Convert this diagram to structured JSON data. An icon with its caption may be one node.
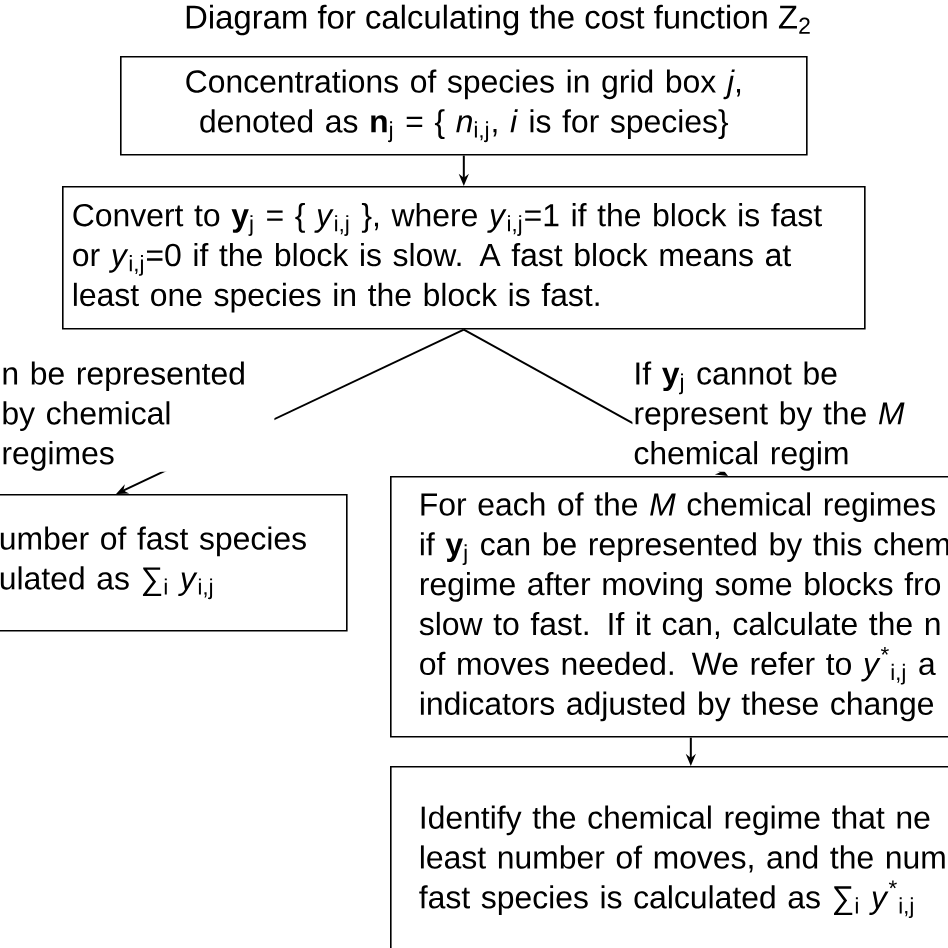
{
  "diagram": {
    "title": "Diagram for calculating the cost function Z$_{2}$",
    "nodes": [
      {
        "text": [
          "Concentrations of species in grid box *j*, denoted as **n**$_{j}$ = { *n*$_{i,j}$, *i* is for species}"
        ]
      },
      {
        "text": [
          "Convert to **y**$_{j}$ = { *y*$_{i,j}$ }, where *y*$_{i,j}$=1 if the block is fast or *y*$_{i,j}$=0 if the block is slow. A fast block means at least one species in the block is fast."
        ]
      },
      {
        "text": [
          "umber of fast species ulated as ∑$_{i}$ *y*$_{i,j}$"
        ]
      },
      {
        "text": [
          "For each of the *M* chemical regimes if **y**$_{j}$ can be represented by this chem regime after moving some blocks fro slow to fast. If it can, calculate the n of moves needed. We refer to *y*$^{*}$$_{i,j}$ a indicators adjusted by these change"
        ]
      },
      {
        "text": [
          "Identify the chemical regime that ne least number of moves, and the num fast species is calculated as ∑$_{i}$ *y*$^{*}$$_{i,j}$"
        ]
      }
    ],
    "edges": [
      {
        "from": 0,
        "to": 1,
        "arrow": "to"
      },
      {
        "from": 1,
        "to": 2,
        "arrow": "to",
        "label": "n be represented by chemical regimes"
      },
      {
        "from": 1,
        "to": 3,
        "arrow": "to",
        "label": "If **y**$_{j}$ cannot be represent by the *M* chemical regim"
      },
      {
        "from": 3,
        "to": 4,
        "arrow": "to"
      }
    ]
  }
}
